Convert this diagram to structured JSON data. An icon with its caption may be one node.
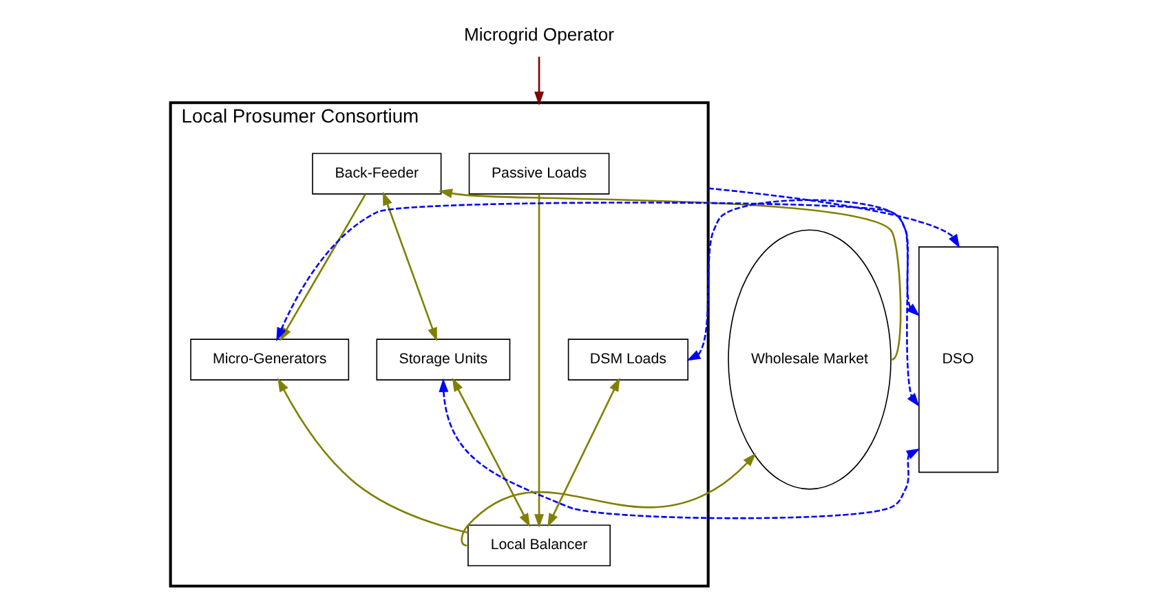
{
  "diagram": {
    "nodes": [
      {
        "text": [
          "Microgrid Operator"
        ]
      },
      {
        "text": [
          "Local Prosumer Consortium"
        ]
      },
      {
        "text": [
          "Wholesale Market"
        ]
      },
      {
        "text": [
          "Back-Feeder"
        ],
        "in": 1
      },
      {
        "text": [
          "Passive Loads"
        ],
        "in": 1
      },
      {
        "text": [
          "Micro-Generators"
        ],
        "in": 1
      },
      {
        "text": [
          "Storage Units"
        ],
        "in": 1
      },
      {
        "text": [
          "DSM Loads"
        ],
        "in": 1
      },
      {
        "text": [
          "Local Balancer"
        ],
        "in": 1
      },
      {
        "text": [
          "DSO"
        ]
      }
    ],
    "edges": [
      {
        "from": 0,
        "to": 1,
        "arrow": "to",
        "color": "#800000"
      },
      {
        "from": 1,
        "to": 9,
        "arrow": "to",
        "style": "dashed",
        "color": "#0000ff"
      },
      {
        "from": 2,
        "to": 3,
        "arrow": "to"
      },
      {
        "from": 3,
        "to": 5,
        "arrow": "to"
      },
      {
        "from": 3,
        "to": 6,
        "arrow": "both"
      },
      {
        "from": 4,
        "to": 8,
        "arrow": "to"
      },
      {
        "from": 8,
        "to": 5,
        "arrow": "to"
      },
      {
        "from": 6,
        "to": 8,
        "arrow": "both"
      },
      {
        "from": 7,
        "to": 8,
        "arrow": "both"
      },
      {
        "from": 8,
        "to": 2,
        "arrow": "to"
      },
      {
        "from": 5,
        "to": 9,
        "arrow": "both",
        "style": "dashed",
        "color": "#0000ff"
      },
      {
        "from": 7,
        "to": 9,
        "arrow": "both",
        "style": "dashed",
        "color": "#0000ff"
      },
      {
        "from": 6,
        "to": 9,
        "arrow": "both",
        "style": "dashed",
        "color": "#0000ff"
      }
    ]
  }
}
